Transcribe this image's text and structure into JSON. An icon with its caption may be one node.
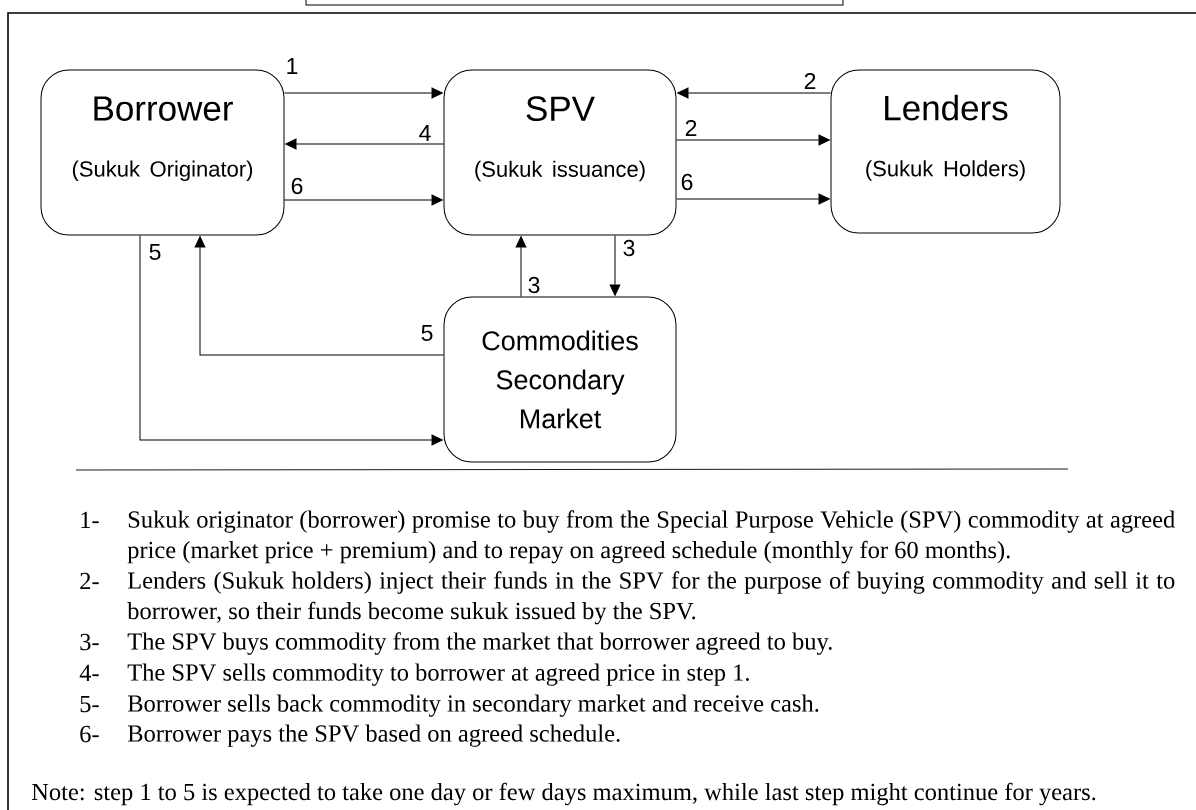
{
  "diagram": {
    "nodes": [
      {
        "text": [
          "Borrower",
          "(Sukuk Originator)"
        ]
      },
      {
        "text": [
          "SPV",
          "(Sukuk issuance)"
        ]
      },
      {
        "text": [
          "Lenders",
          "(Sukuk Holders)"
        ]
      },
      {
        "text": [
          "Commodities Secondary Market"
        ]
      }
    ],
    "edges": [
      {
        "from": 0,
        "to": 1,
        "arrow": "to",
        "label": "1"
      },
      {
        "from": 1,
        "to": 0,
        "arrow": "to",
        "label": "4"
      },
      {
        "from": 0,
        "to": 1,
        "arrow": "to",
        "label": "6"
      },
      {
        "from": 2,
        "to": 1,
        "arrow": "to",
        "label": "2"
      },
      {
        "from": 1,
        "to": 2,
        "arrow": "to",
        "label": "2"
      },
      {
        "from": 1,
        "to": 2,
        "arrow": "to",
        "label": "6"
      },
      {
        "from": 1,
        "to": 3,
        "arrow": "to",
        "label": "3"
      },
      {
        "from": 3,
        "to": 1,
        "arrow": "to",
        "label": "3"
      },
      {
        "from": 3,
        "to": 0,
        "arrow": "to",
        "label": "5"
      },
      {
        "from": 0,
        "to": 3,
        "arrow": "to",
        "label": "5"
      }
    ],
    "labels": [
      "1-",
      "Sukuk originator (borrower) promise to buy from the Special Purpose Vehicle (SPV) commodity at agreed price (market price + premium) and to repay on agreed schedule (monthly for 60 months).",
      "2-",
      "Lenders (Sukuk holders) inject their funds in the SPV for the purpose of buying commodity and sell it to borrower, so their funds become sukuk issued by the SPV.",
      "3-",
      "The SPV buys commodity from the market that borrower agreed to buy.",
      "4-",
      "The SPV sells commodity to borrower at agreed price in step 1.",
      "5-",
      "Borrower sells back commodity in secondary market and receive cash.",
      "6-",
      "Borrower pays the SPV based on agreed schedule.",
      "Note: step 1 to 5 is expected to take one day or few days maximum, while last step might continue for years."
    ]
  }
}
